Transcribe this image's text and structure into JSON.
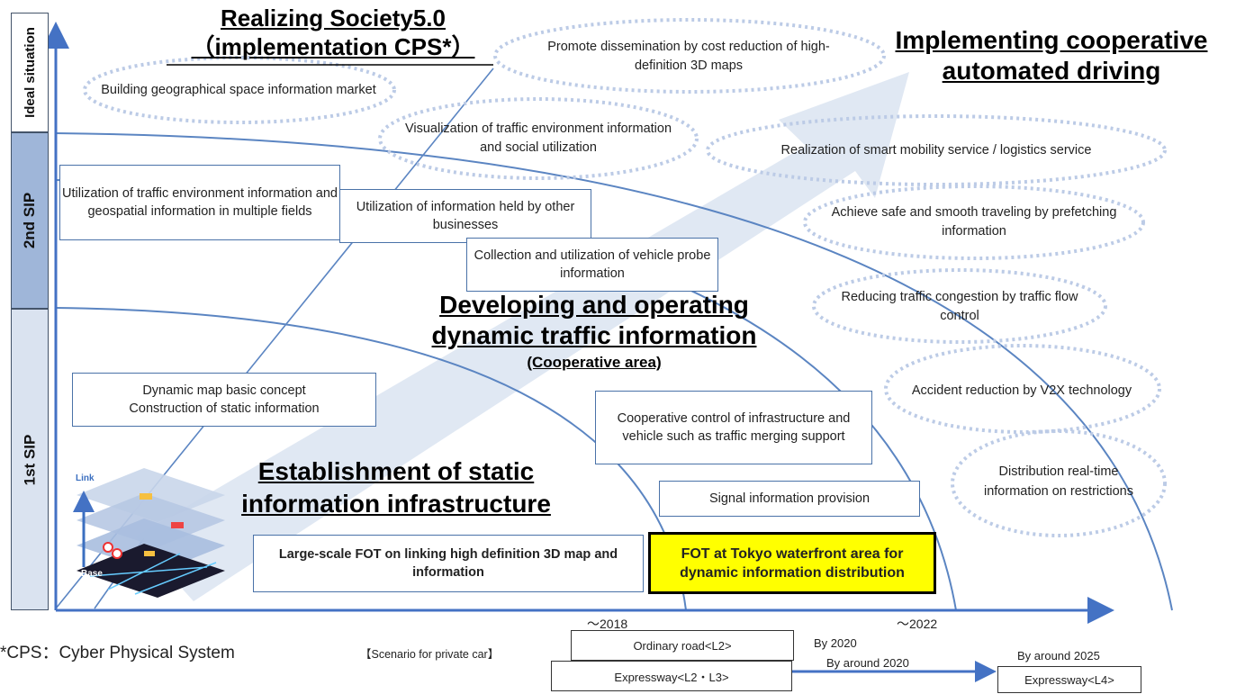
{
  "phases": {
    "ideal": "Ideal situation",
    "sip2": "2nd SIP",
    "sip1": "1st SIP"
  },
  "headings": {
    "society_l1": "Realizing  Society5.0",
    "society_l2": "（implementation CPS*）",
    "cooperative_l1": "Implementing cooperative",
    "cooperative_l2": "automated driving",
    "dynamic_l1": "Developing and operating",
    "dynamic_l2": "dynamic traffic information",
    "dynamic_sub": "(Cooperative area)",
    "static_l1": "Establishment of static",
    "static_l2": "information infrastructure"
  },
  "bubbles": [
    "Building geographical space information market",
    "Promote dissemination by cost reduction of high-definition 3D maps",
    "Visualization of traffic environment information and social utilization",
    "Realization of smart mobility service / logistics service",
    "Achieve safe and smooth traveling by prefetching information",
    "Reducing traffic congestion by traffic flow control",
    "Accident reduction by V2X technology",
    "Distribution real-time information on restrictions"
  ],
  "boxes": {
    "traffic_env": "Utilization of traffic environment information and geospatial information in multiple fields",
    "other_biz": "Utilization of information held by other businesses",
    "probe": "Collection and utilization of vehicle probe information",
    "dyn_map": "Dynamic map basic concept Construction of static information",
    "coop_ctrl": "Cooperative control of infrastructure and vehicle such as traffic merging support",
    "signal": "Signal information provision",
    "fot_large": "Large-scale FOT on linking high definition 3D map and information",
    "fot_tokyo": "FOT at Tokyo waterfront area for dynamic information distribution"
  },
  "map_labels": {
    "link": "Link",
    "base": "Base"
  },
  "timeline": {
    "tick_2018": "～2018",
    "tick_2022": "～2022",
    "footnote": "*CPS：Cyber Physical System",
    "scenario": "【Scenario for private car】",
    "ordinary": "Ordinary road<L2>",
    "by2020": "By 2020",
    "expressway_l2l3": "Expressway<L2・L3>",
    "by_around_2020": "By around 2020",
    "by_around_2025": "By around 2025",
    "expressway_l4": "Expressway<L4>"
  },
  "colors": {
    "axis": "#4472c4",
    "highlight": "#ffff00",
    "box_border": "#4a72a8",
    "phase_fill": "#dae3f0",
    "phase_mid": "#9fb6d9"
  }
}
